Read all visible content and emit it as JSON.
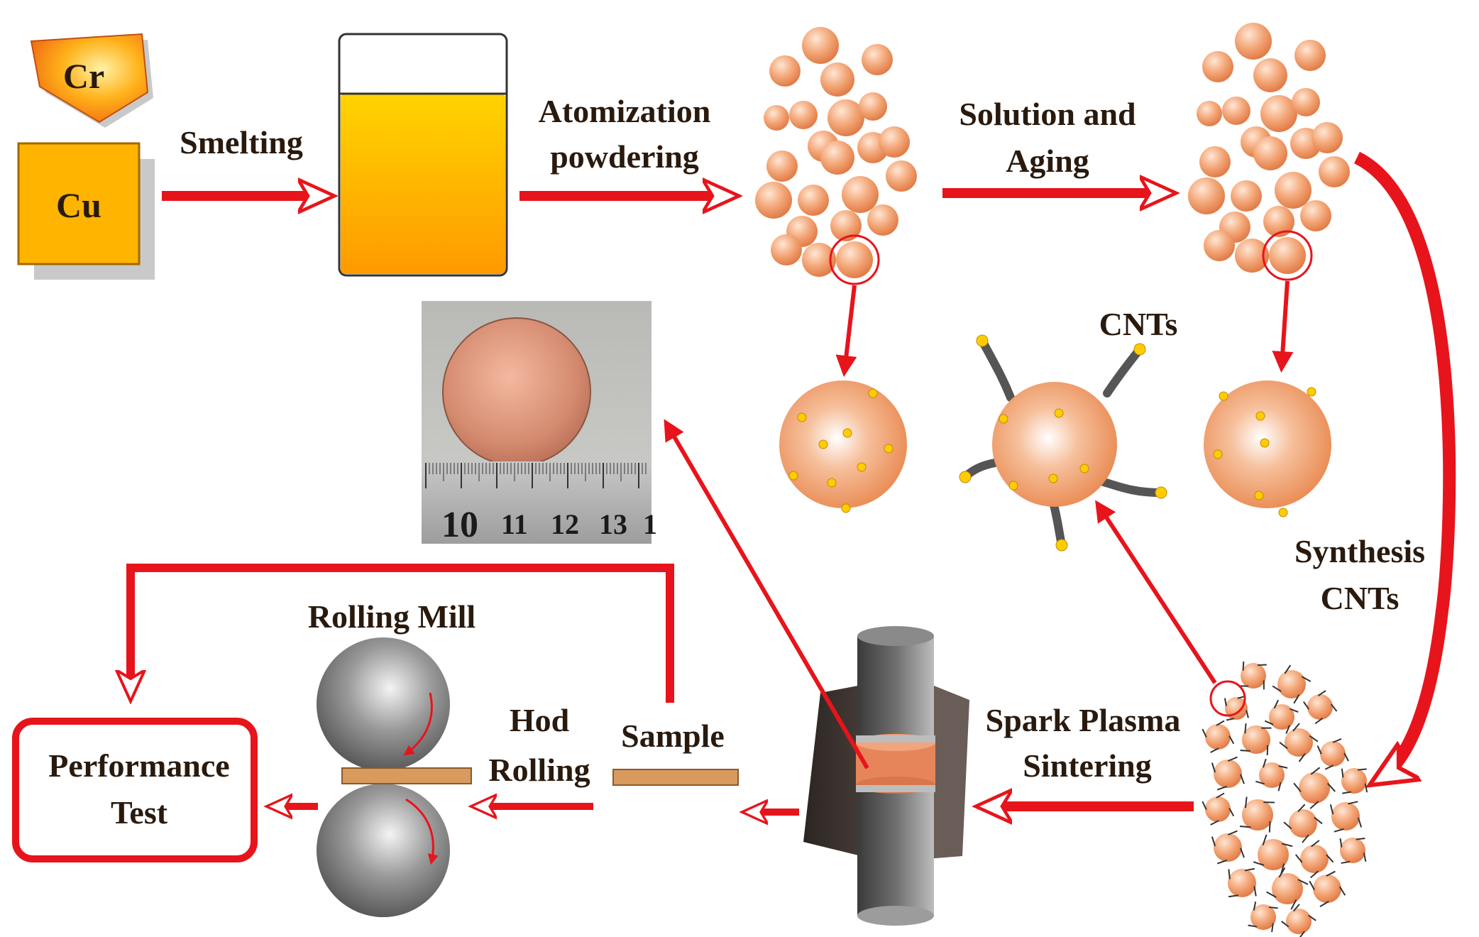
{
  "elements": {
    "cr": "Cr",
    "cu": "Cu"
  },
  "steps": {
    "smelting": "Smelting",
    "atomization_line1": "Atomization",
    "atomization_line2": "powdering",
    "solution_line1": "Solution and",
    "solution_line2": "Aging",
    "synthesis_line1": "Synthesis",
    "synthesis_line2": "CNTs",
    "cnts": "CNTs",
    "sps_line1": "Spark Plasma",
    "sps_line2": "Sintering",
    "rolling_mill": "Rolling Mill",
    "hod_line1": "Hod",
    "hod_line2": "Rolling",
    "sample": "Sample",
    "performance_line1": "Performance",
    "performance_line2": "Test"
  },
  "ruler": {
    "labels": [
      "10",
      "11",
      "12",
      "13",
      "1"
    ]
  },
  "colors": {
    "arrow": "#e8141b",
    "copper_particle": "#f0a06e",
    "cr_precipitate": "#ffcc00",
    "molten_metal": "#ffaa00",
    "cu_block": "#ffb400",
    "roller": "#808080",
    "cnt_tube": "#555555"
  }
}
